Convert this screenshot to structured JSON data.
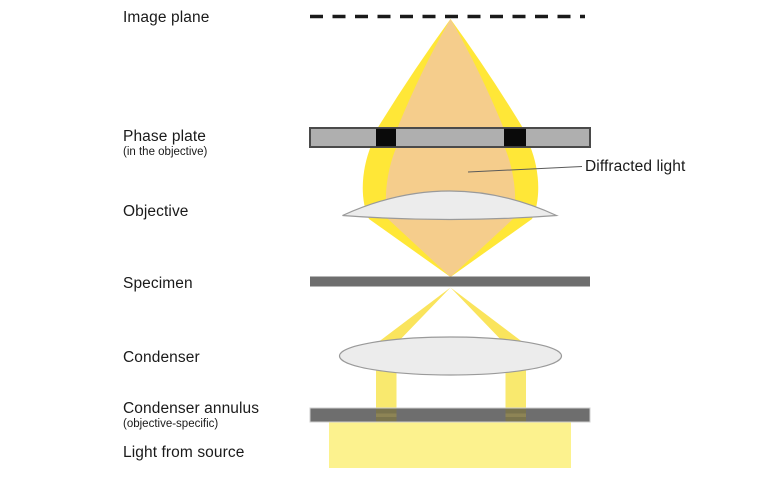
{
  "diagram": {
    "labels": {
      "image_plane": "Image plane",
      "phase_plate": "Phase plate",
      "phase_plate_sub": "(in the objective)",
      "objective": "Objective",
      "specimen": "Specimen",
      "condenser": "Condenser",
      "condenser_annulus": "Condenser annulus",
      "condenser_annulus_sub": "(objective-specific)",
      "light_from_source": "Light from source",
      "diffracted_light": "Diffracted light"
    },
    "colors": {
      "beam_yellow": "#FFE737",
      "beam_yellow_mid": "#FAE45C",
      "beam_yellow_band": "#F9E96E",
      "beam_yellow_pale": "#FCF28E",
      "diffracted_orange": "#F5CD8C",
      "plate_gray": "#AFAFAF",
      "plate_black": "#0A0A0A",
      "bar_dark_gray": "#6E6E6E",
      "lens_fill": "#ECECEC",
      "annulus_slot": "#7A744D",
      "annulus_slot_stripe": "#8D8455"
    }
  }
}
